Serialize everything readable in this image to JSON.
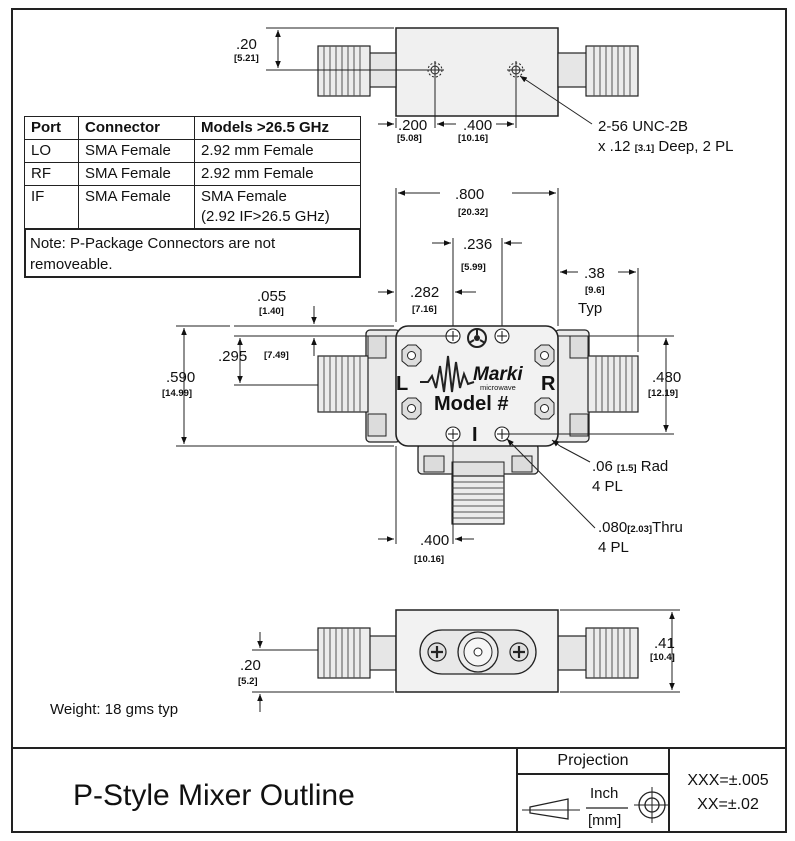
{
  "top_view": {
    "dim_height_in": ".20",
    "dim_height_mm": "[5.21]",
    "dim_hole1_in": ".200",
    "dim_hole1_mm": "[5.08]",
    "dim_hole_spacing_in": ".400",
    "dim_hole_spacing_mm": "[10.16]",
    "thread_note_line1": "2-56 UNC-2B",
    "thread_note_line2_a": "x .12 ",
    "thread_note_line2_mm": "[3.1]",
    "thread_note_line2_b": " Deep, 2 PL"
  },
  "port_table": {
    "headers": [
      "Port",
      "Connector",
      "Models >26.5 GHz"
    ],
    "rows": [
      {
        "port": "LO",
        "connector": "SMA Female",
        "models": "2.92 mm Female",
        "models_extra": ""
      },
      {
        "port": "RF",
        "connector": "SMA Female",
        "models": "2.92 mm Female",
        "models_extra": ""
      },
      {
        "port": "IF",
        "connector": "SMA Female",
        "models": "SMA Female",
        "models_extra": "(2.92 IF>26.5 GHz)"
      }
    ],
    "note": "Note: P-Package Connectors are not removeable."
  },
  "front_view": {
    "dim_width_in": ".800",
    "dim_width_mm": "[20.32]",
    "dim_236_in": ".236",
    "dim_236_mm": "[5.99]",
    "dim_282_in": ".282",
    "dim_282_mm": "[7.16]",
    "dim_38_in": ".38",
    "dim_38_mm": "[9.6]",
    "dim_38_label": "Typ",
    "dim_055_in": ".055",
    "dim_055_mm": "[1.40]",
    "dim_295_in": ".295",
    "dim_295_mm": "[7.49]",
    "dim_590_in": ".590",
    "dim_590_mm": "[14.99]",
    "dim_480_in": ".480",
    "dim_480_mm": "[12.19]",
    "dim_400_in": ".400",
    "dim_400_mm": "[10.16]",
    "rad_note_a": ".06 ",
    "rad_note_mm": "[1.5]",
    "rad_note_b": " Rad",
    "rad_note_line2": "4 PL",
    "thru_note_a": ".080",
    "thru_note_mm": "[2.03]",
    "thru_note_b": "Thru",
    "thru_note_line2": "4 PL",
    "logo_text": "Marki",
    "logo_sub": "microwave",
    "model_label": "Model #",
    "port_L": "L",
    "port_R": "R",
    "port_I": "I"
  },
  "bottom_view": {
    "dim_20_in": ".20",
    "dim_20_mm": "[5.2]",
    "dim_41_in": ".41",
    "dim_41_mm": "[10.4]"
  },
  "weight": "Weight: 18 gms typ",
  "title_block": {
    "title": "P-Style Mixer Outline",
    "projection_label": "Projection",
    "unit_inch": "Inch",
    "unit_mm": "[mm]",
    "tol_1": "XXX=±.005",
    "tol_2": "XX=±.02"
  }
}
